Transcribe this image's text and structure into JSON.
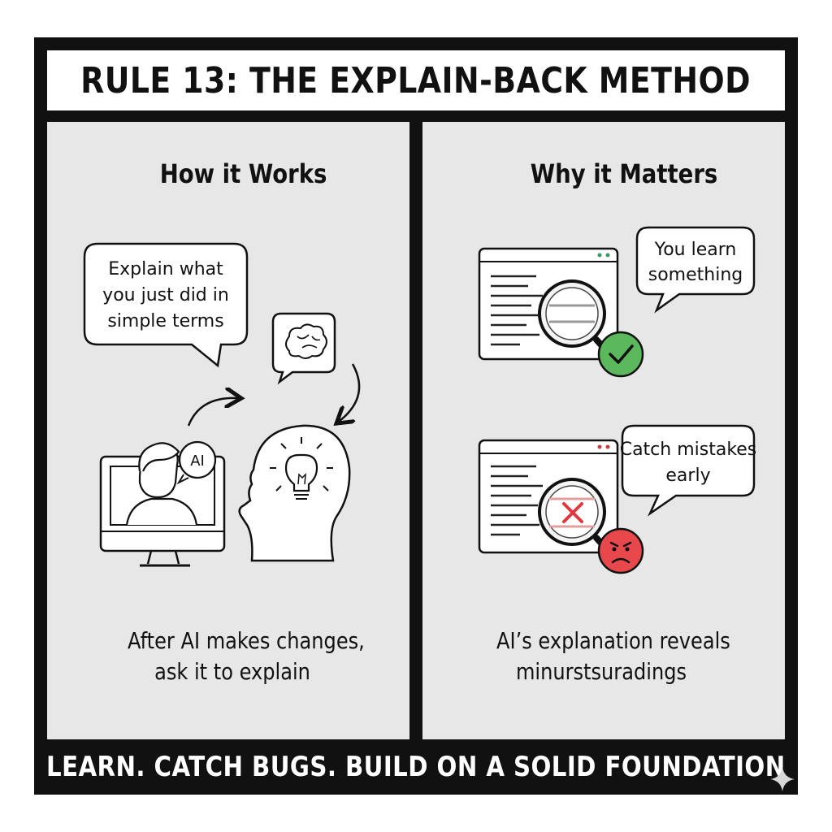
{
  "title": "RULE 13: THE EXPLAIN-BACK METHOD",
  "left_panel": {
    "heading": "How it Works",
    "speech_bubble_lines": [
      "Explain what",
      "you just did in",
      "simple terms"
    ],
    "ai_badge": "AI",
    "caption_lines": [
      "After AI makes changes,",
      "ask it to explain"
    ]
  },
  "right_panel": {
    "heading": "Why it Matters",
    "bubble_top_lines": [
      "You learn",
      "something"
    ],
    "bubble_bottom_lines": [
      "Catch mistakes",
      "early"
    ],
    "caption_lines": [
      "AI’s explanation reveals",
      "minurstsuradings"
    ]
  },
  "footer": "LEARN. CATCH BUGS. BUILD ON A SOLID FOUNDATION",
  "colors": {
    "frame": "#111111",
    "panel": "#e7e7e8",
    "success": "#5cb85c",
    "error": "#e0383e",
    "error_face": "#e8474b"
  },
  "icons": [
    "brain-icon",
    "lightbulb-head-icon",
    "monitor-person-icon",
    "document-magnifier-check-icon",
    "document-magnifier-x-icon",
    "check-icon",
    "angry-face-icon",
    "arrow-icon"
  ]
}
